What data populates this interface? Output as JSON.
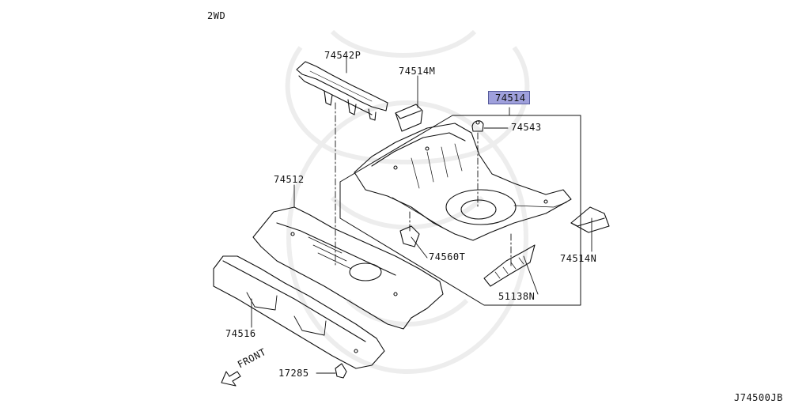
{
  "diagram": {
    "variant_label": "2WD",
    "figure_code": "J74500JB",
    "front_label": "FRONT",
    "highlight_color": "#9fa0dc",
    "parts": [
      {
        "id": "p74542P",
        "label": "74542P",
        "highlighted": false
      },
      {
        "id": "p74514M",
        "label": "74514M",
        "highlighted": false
      },
      {
        "id": "p74514",
        "label": "74514",
        "highlighted": true
      },
      {
        "id": "p74543",
        "label": "74543",
        "highlighted": false
      },
      {
        "id": "p74512",
        "label": "74512",
        "highlighted": false
      },
      {
        "id": "p74560T",
        "label": "74560T",
        "highlighted": false
      },
      {
        "id": "p74514N",
        "label": "74514N",
        "highlighted": false
      },
      {
        "id": "p51138N",
        "label": "51138N",
        "highlighted": false
      },
      {
        "id": "p74516",
        "label": "74516",
        "highlighted": false
      },
      {
        "id": "p17285",
        "label": "17285",
        "highlighted": false
      }
    ]
  }
}
